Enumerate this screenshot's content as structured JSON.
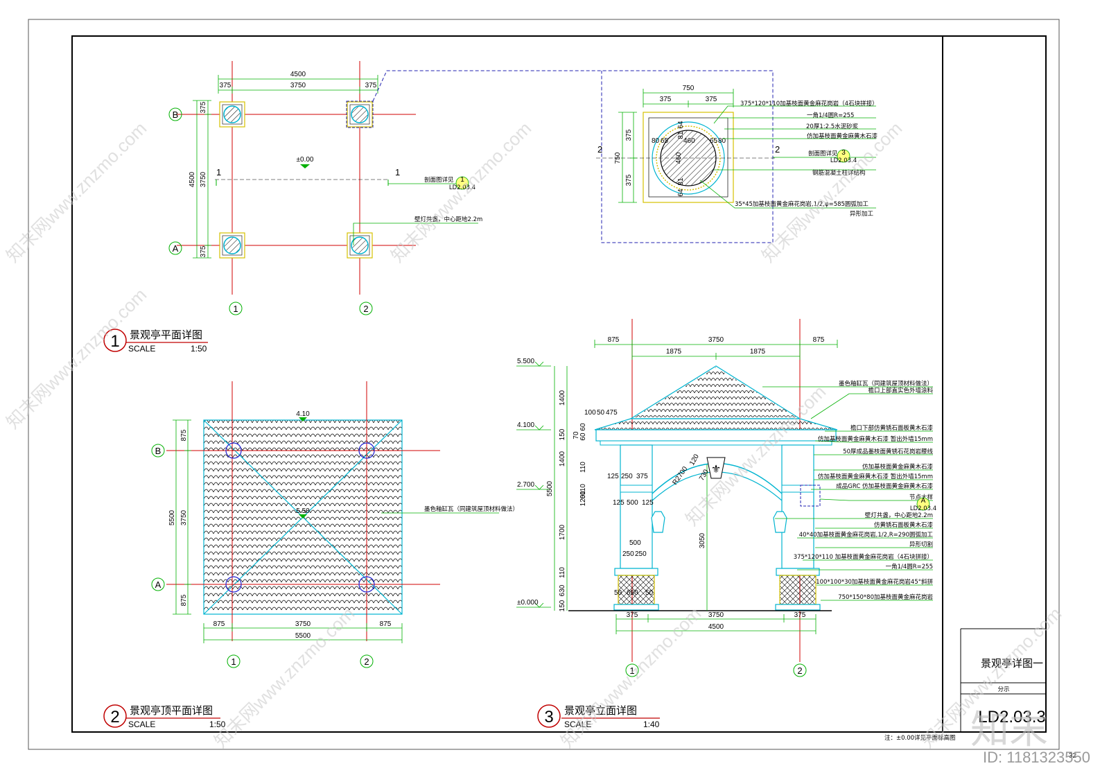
{
  "views": {
    "plan": {
      "number": "1",
      "title": "景观亭平面详图",
      "scale_label": "SCALE",
      "scale": "1:50",
      "dims_top": [
        "4500",
        "375",
        "3750",
        "375"
      ],
      "dims_left": [
        "4500",
        "375",
        "3750",
        "375"
      ],
      "elevation": "±0.00",
      "grid_cols": [
        "1",
        "2"
      ],
      "grid_rows": [
        "B",
        "A"
      ],
      "section_mark": "1",
      "note_section": "剖面图详见",
      "note_section_ref": "1",
      "note_section_sheet": "LD2.03.4",
      "note_light": "壁灯共盏，中心距地2.2m"
    },
    "roof": {
      "number": "2",
      "title": "景观亭顶平面详图",
      "scale_label": "SCALE",
      "scale": "1:50",
      "ridge_top": "4.10",
      "ridge_center": "5.50",
      "dims_left": [
        "5500",
        "875",
        "3750",
        "875"
      ],
      "dims_bottom": [
        "875",
        "3750",
        "875",
        "5500"
      ],
      "grid_cols": [
        "1",
        "2"
      ],
      "grid_rows": [
        "B",
        "A"
      ],
      "note_tile": "墨色釉缸瓦（同建筑屋顶材料做法）"
    },
    "elevation": {
      "number": "3",
      "title": "景观亭立面详图",
      "scale_label": "SCALE",
      "scale": "1:40",
      "levels": [
        "5.500",
        "4.100",
        "2.700",
        "±0.000"
      ],
      "dims_top": [
        "875",
        "3750",
        "875",
        "1875",
        "1875"
      ],
      "dims_bottom": [
        "375",
        "3750",
        "375",
        "4500"
      ],
      "dims_left": [
        "1400",
        "150",
        "1400",
        "5500",
        "1700",
        "110",
        "630",
        "150"
      ],
      "dims_misc": [
        "100",
        "50",
        "475",
        "250",
        "125",
        "250",
        "375",
        "125",
        "500",
        "125",
        "500",
        "250",
        "250",
        "50",
        "650",
        "50",
        "R2700",
        "3050",
        "120",
        "60",
        "60",
        "70",
        "110",
        "730",
        "110",
        "60",
        "120"
      ],
      "grid_cols": [
        "1",
        "2"
      ],
      "notes": [
        "墨色釉缸瓦（同建筑屋顶材料做法）",
        "檐口上部直实色外墙涂料",
        "檐口下部仿黄锈石面板黄木石漆",
        "仿加基枝面黄金麻黄木石漆 暂出外墙15mm",
        "50厚成品墨枝面黄锈石花岗岩腰线",
        "仿加基枝面黄金麻黄木石漆",
        "仿加基枝面黄金麻黄木石漆 暂出外墙15mm",
        "成品GRC 仿加基枝面黄金麻黄木石漆",
        "节点大样",
        "壁灯共盏，中心距地2.2m",
        "仿黄锈石面板黄木石漆",
        "40*40加基枝面黄金麻花岗岩,1/2,R=290圆弧加工",
        "异形切割",
        "375*120*110 加基枝面黄金麻花岗岩（4石块拼接）",
        "一角1/4圆R=255",
        "100*100*30加基枝面黄金麻花岗岩45°斜拼",
        "750*150*80加基枝面黄金麻花岗岩"
      ],
      "detail_ref": "A",
      "detail_sheet": "LD2.03.4"
    },
    "detail": {
      "dims_top": [
        "750",
        "375",
        "375"
      ],
      "dims_left": [
        "750",
        "375",
        "375"
      ],
      "dims_inner": [
        "80",
        "65",
        "460",
        "65",
        "80",
        "64",
        "81",
        "460",
        "81",
        "64"
      ],
      "section_mark": "2",
      "notes": [
        "375*120*110加基枝面黄金麻花岗岩（4石块拼接）",
        "一角1/4圆R=255",
        "20厚1:2.5水泥砂浆",
        "仿加基枝面黄金麻黄木石漆",
        "剖面图详见",
        "钢筋混凝土柱详结构",
        "35*45加基枝面黄金麻花岗岩,1/2,φ=585圆弧加工",
        "异形加工"
      ],
      "section_ref": "3",
      "section_sheet": "LD2.03.4"
    }
  },
  "title_block": {
    "drawing_title": "景观亭详图一",
    "sub_label": "分示",
    "sheet_no": "LD2.03.3",
    "page_no": "32"
  },
  "footnote": "注：±0.00详见平面标高图",
  "watermark": {
    "text": "知末网www.znzmo.com",
    "logo": "知末",
    "id": "ID: 1181323550"
  },
  "colors": {
    "axis": "#d00000",
    "dim": "#00b000",
    "outline": "#00b4d0",
    "column": "#d4c000",
    "detail_frame": "#2020b0"
  }
}
